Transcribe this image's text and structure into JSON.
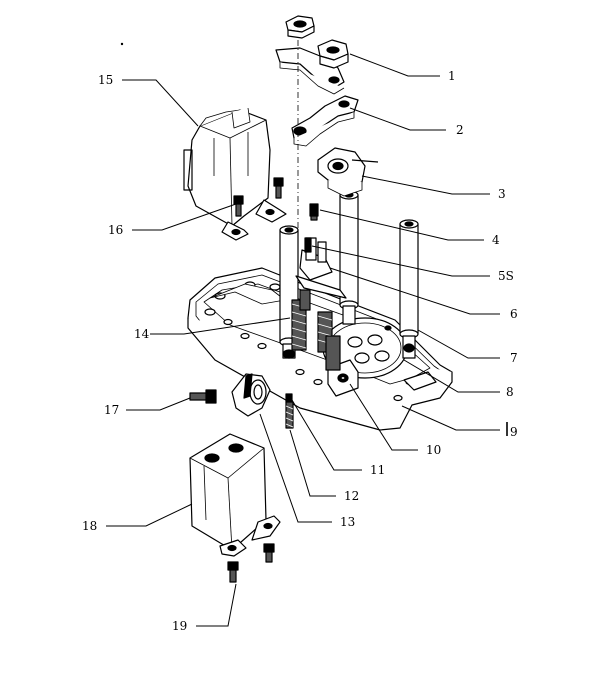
{
  "callouts": [
    {
      "id": "1",
      "label": "1"
    },
    {
      "id": "2",
      "label": "2"
    },
    {
      "id": "3",
      "label": "3"
    },
    {
      "id": "4",
      "label": "4"
    },
    {
      "id": "5S",
      "label": "5S"
    },
    {
      "id": "6",
      "label": "6"
    },
    {
      "id": "7",
      "label": "7"
    },
    {
      "id": "8",
      "label": "8"
    },
    {
      "id": "9",
      "label": "9"
    },
    {
      "id": "10",
      "label": "10"
    },
    {
      "id": "11",
      "label": "11"
    },
    {
      "id": "12",
      "label": "12"
    },
    {
      "id": "13",
      "label": "13"
    },
    {
      "id": "14",
      "label": "14"
    },
    {
      "id": "15",
      "label": "15"
    },
    {
      "id": "16",
      "label": "16"
    },
    {
      "id": "17",
      "label": "17"
    },
    {
      "id": "18",
      "label": "18"
    },
    {
      "id": "19",
      "label": "19"
    }
  ]
}
